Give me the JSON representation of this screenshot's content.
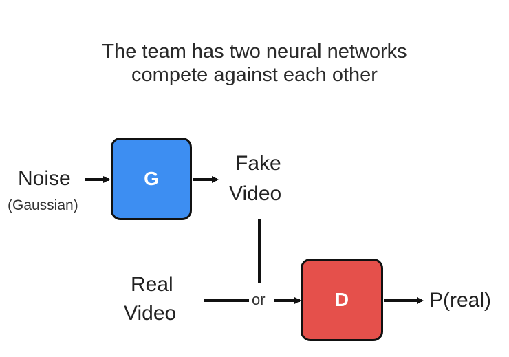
{
  "title": {
    "line1": "The team has two neural networks",
    "line2": "compete against each other"
  },
  "generator": {
    "label": "G",
    "color": "#3d8ef2"
  },
  "discriminator": {
    "label": "D",
    "color": "#e5504b"
  },
  "input": {
    "label": "Noise",
    "sublabel": "(Gaussian)"
  },
  "fake": {
    "line1": "Fake",
    "line2": "Video"
  },
  "real": {
    "line1": "Real",
    "line2": "Video"
  },
  "merge_label": "or",
  "output_label": "P(real)"
}
